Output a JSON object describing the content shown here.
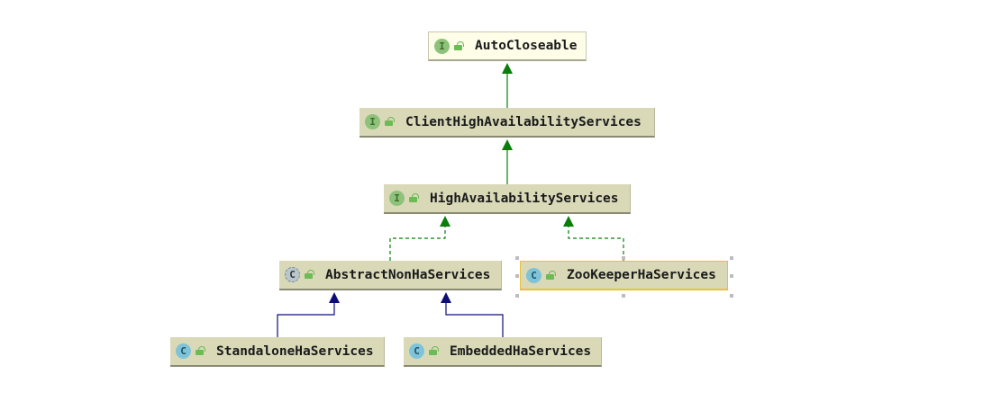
{
  "diagram": {
    "nodes": {
      "autocloseable": {
        "name": "AutoCloseable",
        "kind": "interface",
        "badge": "I"
      },
      "client_ha": {
        "name": "ClientHighAvailabilityServices",
        "kind": "interface",
        "badge": "I"
      },
      "ha": {
        "name": "HighAvailabilityServices",
        "kind": "interface",
        "badge": "I"
      },
      "abstract_non_ha": {
        "name": "AbstractNonHaServices",
        "kind": "abstract-class",
        "badge": "C"
      },
      "zookeeper_ha": {
        "name": "ZooKeeperHaServices",
        "kind": "class",
        "badge": "C",
        "selected": true
      },
      "standalone_ha": {
        "name": "StandaloneHaServices",
        "kind": "class",
        "badge": "C"
      },
      "embedded_ha": {
        "name": "EmbeddedHaServices",
        "kind": "class",
        "badge": "C"
      }
    },
    "relations": [
      {
        "from": "client_ha",
        "to": "autocloseable",
        "type": "extends"
      },
      {
        "from": "ha",
        "to": "client_ha",
        "type": "extends"
      },
      {
        "from": "abstract_non_ha",
        "to": "ha",
        "type": "implements"
      },
      {
        "from": "zookeeper_ha",
        "to": "ha",
        "type": "implements"
      },
      {
        "from": "standalone_ha",
        "to": "abstract_non_ha",
        "type": "extends-class"
      },
      {
        "from": "embedded_ha",
        "to": "abstract_non_ha",
        "type": "extends-class"
      }
    ],
    "colors": {
      "interface_extends": "#0b7d0b",
      "implements": "#0b7d0b",
      "class_extends": "#0d0d7a",
      "node_fill": "#d9d9b8",
      "selection": "#e8c233"
    },
    "icons": {
      "interface": "interface-icon",
      "class": "class-icon",
      "abstract": "abstract-class-icon",
      "visibility": "public-lock-icon"
    }
  }
}
